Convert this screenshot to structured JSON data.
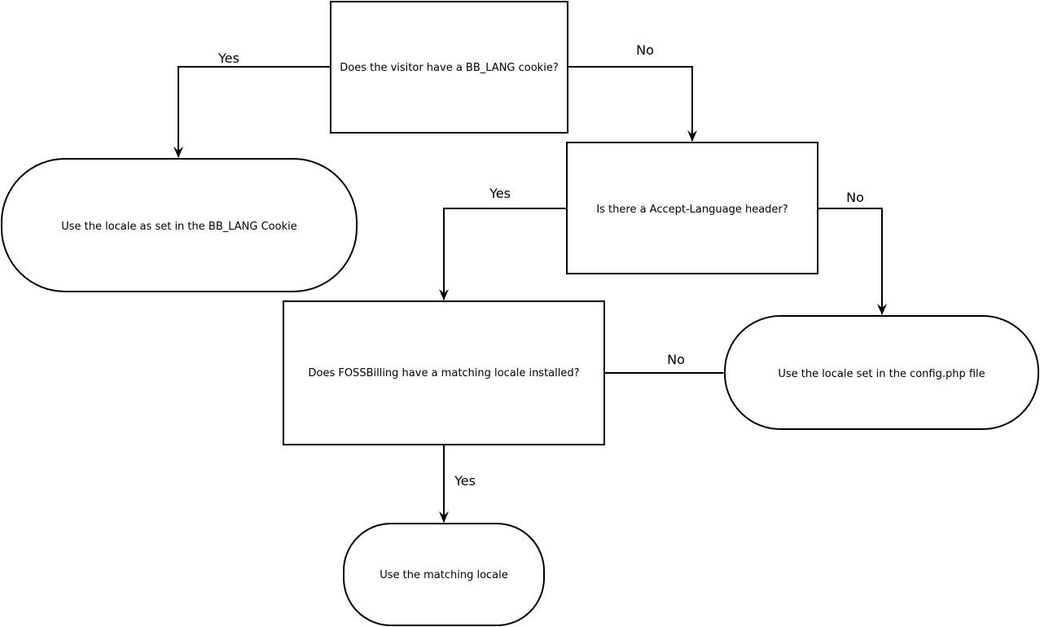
{
  "diagram": {
    "type": "flowchart",
    "background_color": "#ffffff",
    "line_color": "#000000",
    "nodes": {
      "cookie_question": {
        "shape": "rectangle",
        "label": "Does the visitor have a BB_LANG cookie?"
      },
      "bb_lang_result": {
        "shape": "stadium",
        "label": "Use the locale as set in the BB_LANG Cookie"
      },
      "accept_language_question": {
        "shape": "rectangle",
        "label": "Is there a Accept-Language header?"
      },
      "matching_locale_question": {
        "shape": "rectangle",
        "label": "Does FOSSBilling have a matching locale installed?"
      },
      "config_php_result": {
        "shape": "stadium",
        "label": "Use the locale set in the config.php file"
      },
      "matching_locale_result": {
        "shape": "stadium",
        "label": "Use the matching locale"
      }
    },
    "edges": {
      "cookie_yes": {
        "label": "Yes",
        "from": "cookie_question",
        "to": "bb_lang_result"
      },
      "cookie_no": {
        "label": "No",
        "from": "cookie_question",
        "to": "accept_language_question"
      },
      "accept_yes": {
        "label": "Yes",
        "from": "accept_language_question",
        "to": "matching_locale_question"
      },
      "accept_no": {
        "label": "No",
        "from": "accept_language_question",
        "to": "config_php_result"
      },
      "matching_no": {
        "label": "No",
        "from": "matching_locale_question",
        "to": "config_php_result"
      },
      "matching_yes": {
        "label": "Yes",
        "from": "matching_locale_question",
        "to": "matching_locale_result"
      }
    }
  }
}
